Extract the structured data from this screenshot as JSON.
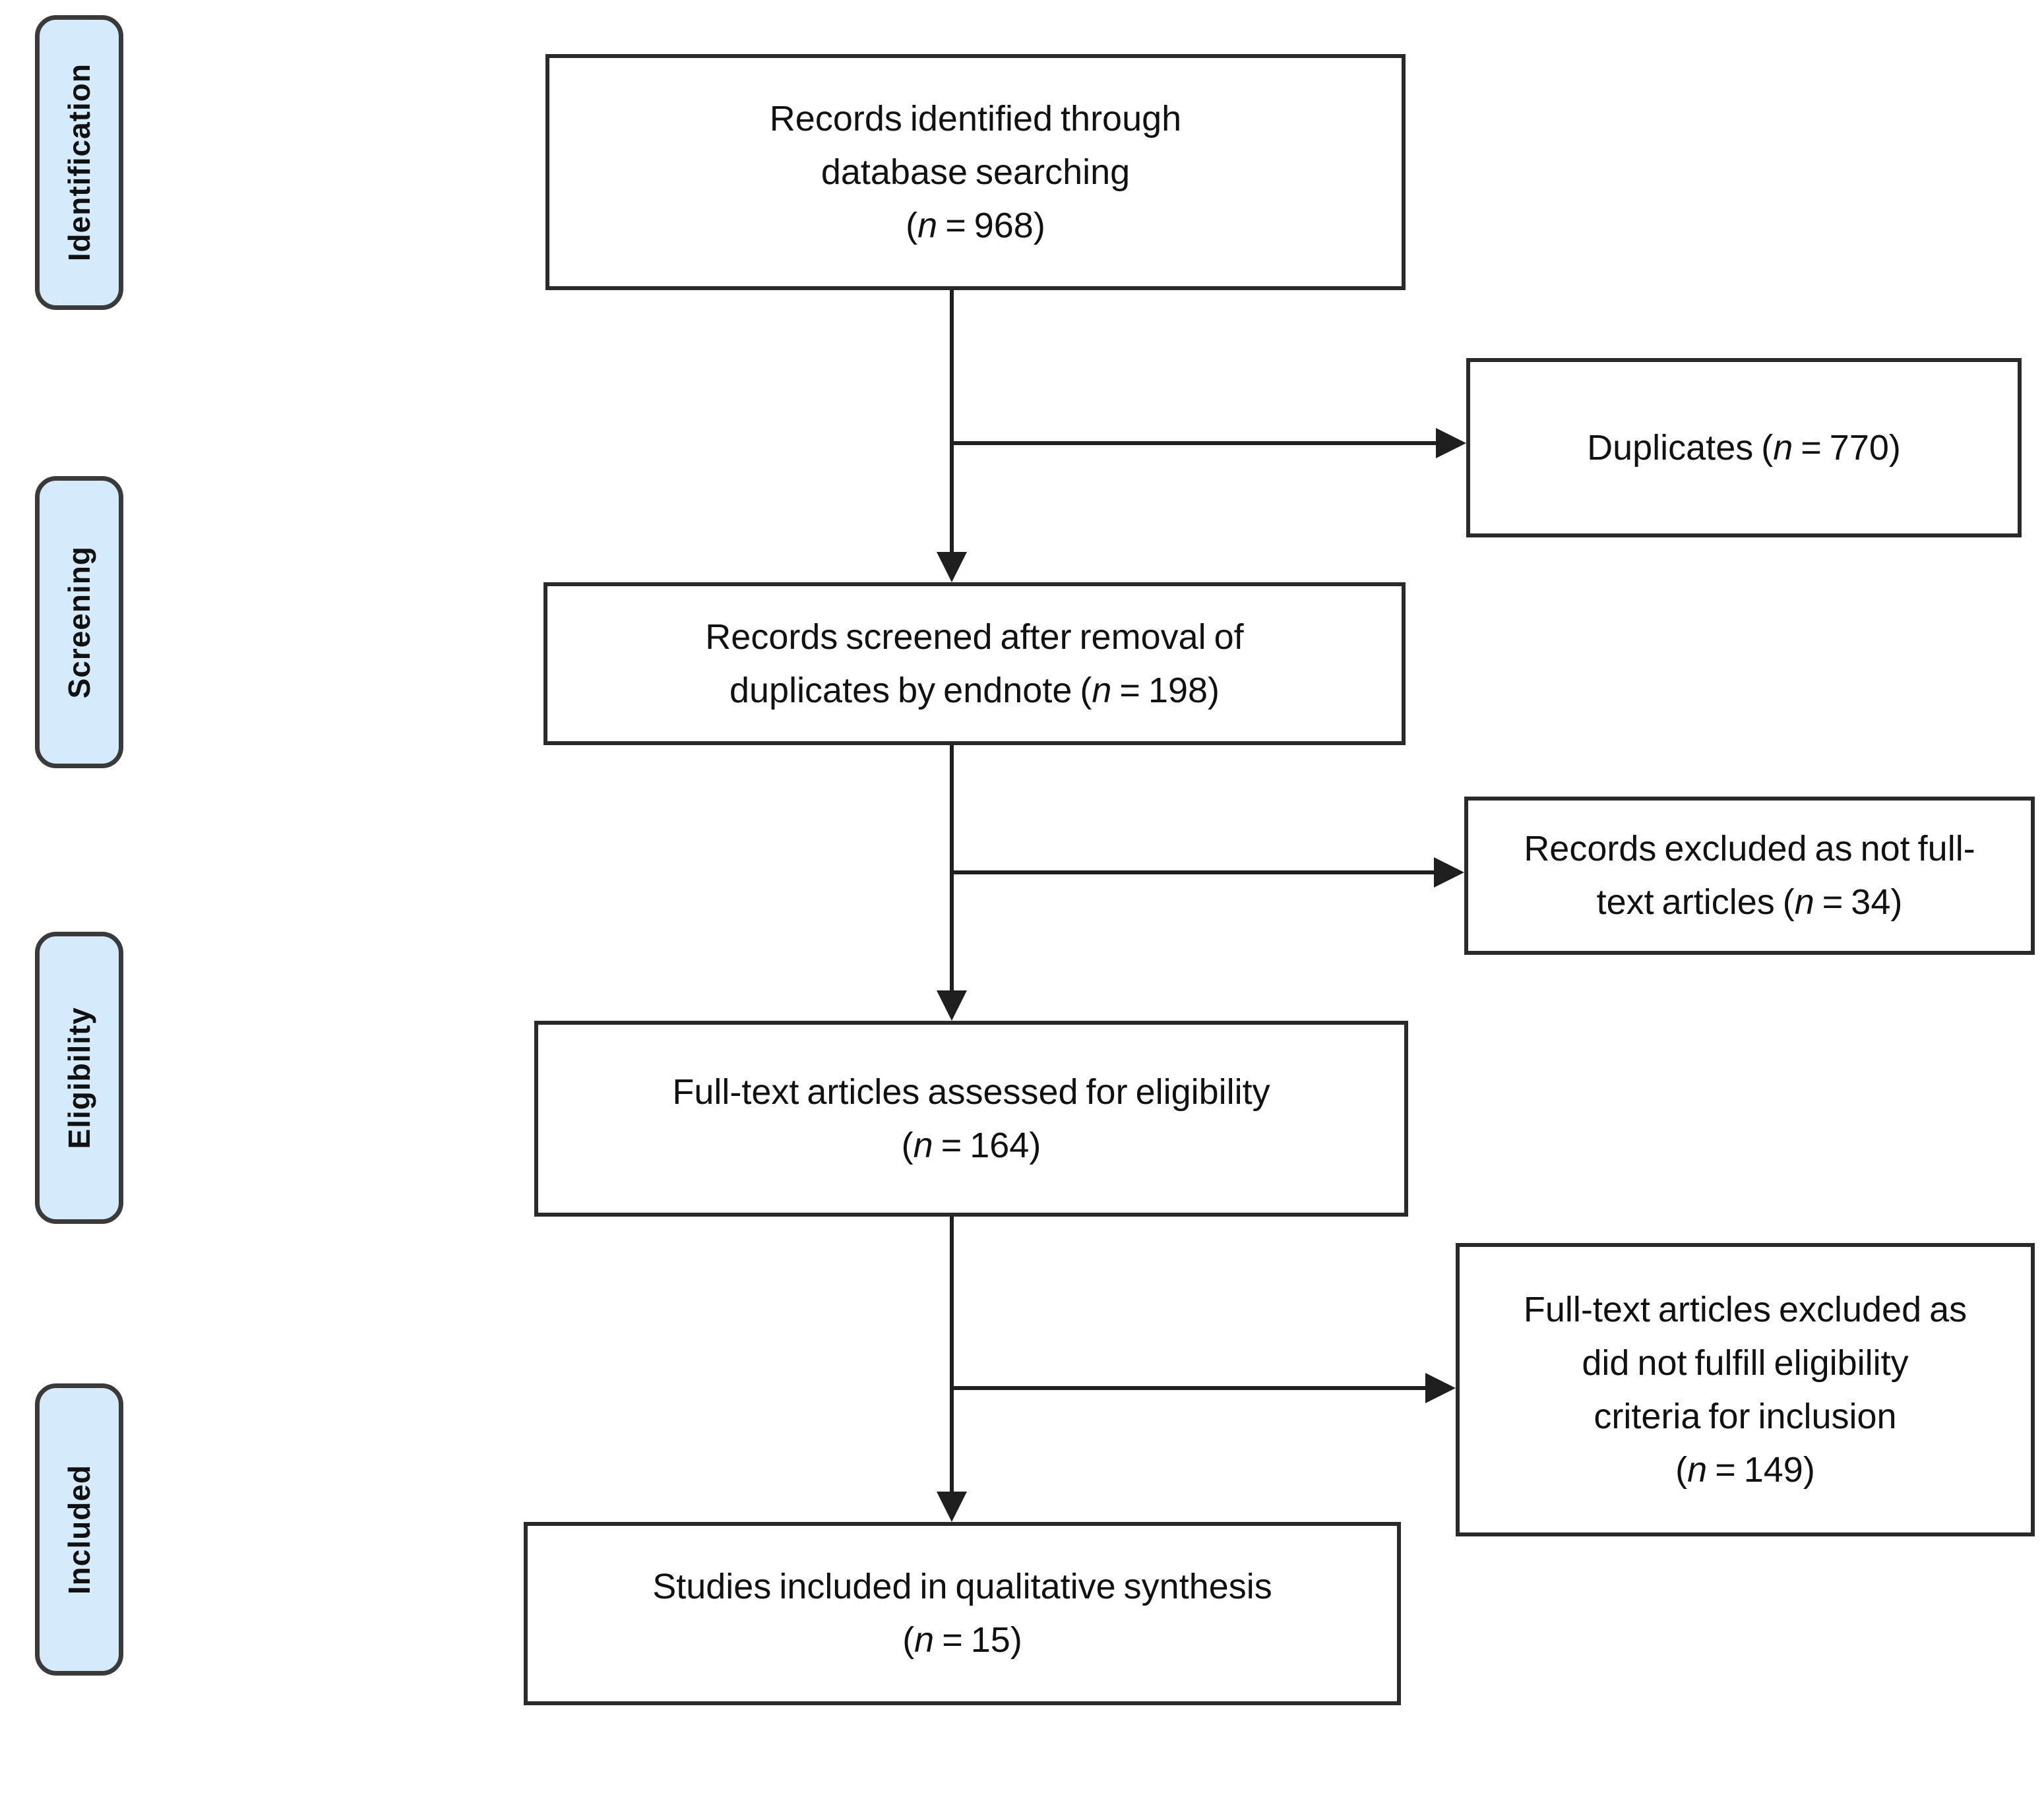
{
  "palette": {
    "stage_fill": "#d5eafb",
    "stage_border": "#3a3a3a",
    "box_border": "#2a2a2a",
    "box_fill": "#ffffff",
    "text": "#111111",
    "arrow": "#1f1f1f",
    "background": "#ffffff"
  },
  "stages": [
    {
      "id": "identification",
      "label": "Identification"
    },
    {
      "id": "screening",
      "label": "Screening"
    },
    {
      "id": "eligibility",
      "label": "Eligibility"
    },
    {
      "id": "included",
      "label": "Included"
    }
  ],
  "flow_boxes": [
    {
      "id": "records-identified",
      "n": 968,
      "lines": [
        [
          {
            "t": "Records identified through"
          }
        ],
        [
          {
            "t": "database searching"
          }
        ],
        [
          {
            "t": "("
          },
          {
            "t": "n",
            "i": true
          },
          {
            "t": " = 968)"
          }
        ]
      ]
    },
    {
      "id": "records-screened",
      "n": 198,
      "lines": [
        [
          {
            "t": "Records screened after removal of"
          }
        ],
        [
          {
            "t": "duplicates by endnote ("
          },
          {
            "t": "n",
            "i": true
          },
          {
            "t": " = 198)"
          }
        ]
      ]
    },
    {
      "id": "fulltext-assessed",
      "n": 164,
      "lines": [
        [
          {
            "t": "Full-text articles assessed for eligibility"
          }
        ],
        [
          {
            "t": "("
          },
          {
            "t": "n",
            "i": true
          },
          {
            "t": " = 164)"
          }
        ]
      ]
    },
    {
      "id": "studies-included",
      "n": 15,
      "lines": [
        [
          {
            "t": "Studies included in qualitative synthesis"
          }
        ],
        [
          {
            "t": "("
          },
          {
            "t": "n",
            "i": true
          },
          {
            "t": " = 15)"
          }
        ]
      ]
    }
  ],
  "side_boxes": [
    {
      "id": "duplicates",
      "n": 770,
      "lines": [
        [
          {
            "t": "Duplicates ("
          },
          {
            "t": "n",
            "i": true
          },
          {
            "t": " = 770)"
          }
        ]
      ]
    },
    {
      "id": "records-excluded",
      "n": 34,
      "lines": [
        [
          {
            "t": "Records excluded as not full-"
          }
        ],
        [
          {
            "t": "text articles ("
          },
          {
            "t": "n",
            "i": true
          },
          {
            "t": " = 34)"
          }
        ]
      ]
    },
    {
      "id": "fulltext-excluded",
      "n": 149,
      "lines": [
        [
          {
            "t": "Full-text articles excluded as"
          }
        ],
        [
          {
            "t": "did not fulfill eligibility"
          }
        ],
        [
          {
            "t": "criteria for inclusion"
          }
        ],
        [
          {
            "t": "("
          },
          {
            "t": "n",
            "i": true
          },
          {
            "t": " = 149)"
          }
        ]
      ]
    }
  ]
}
